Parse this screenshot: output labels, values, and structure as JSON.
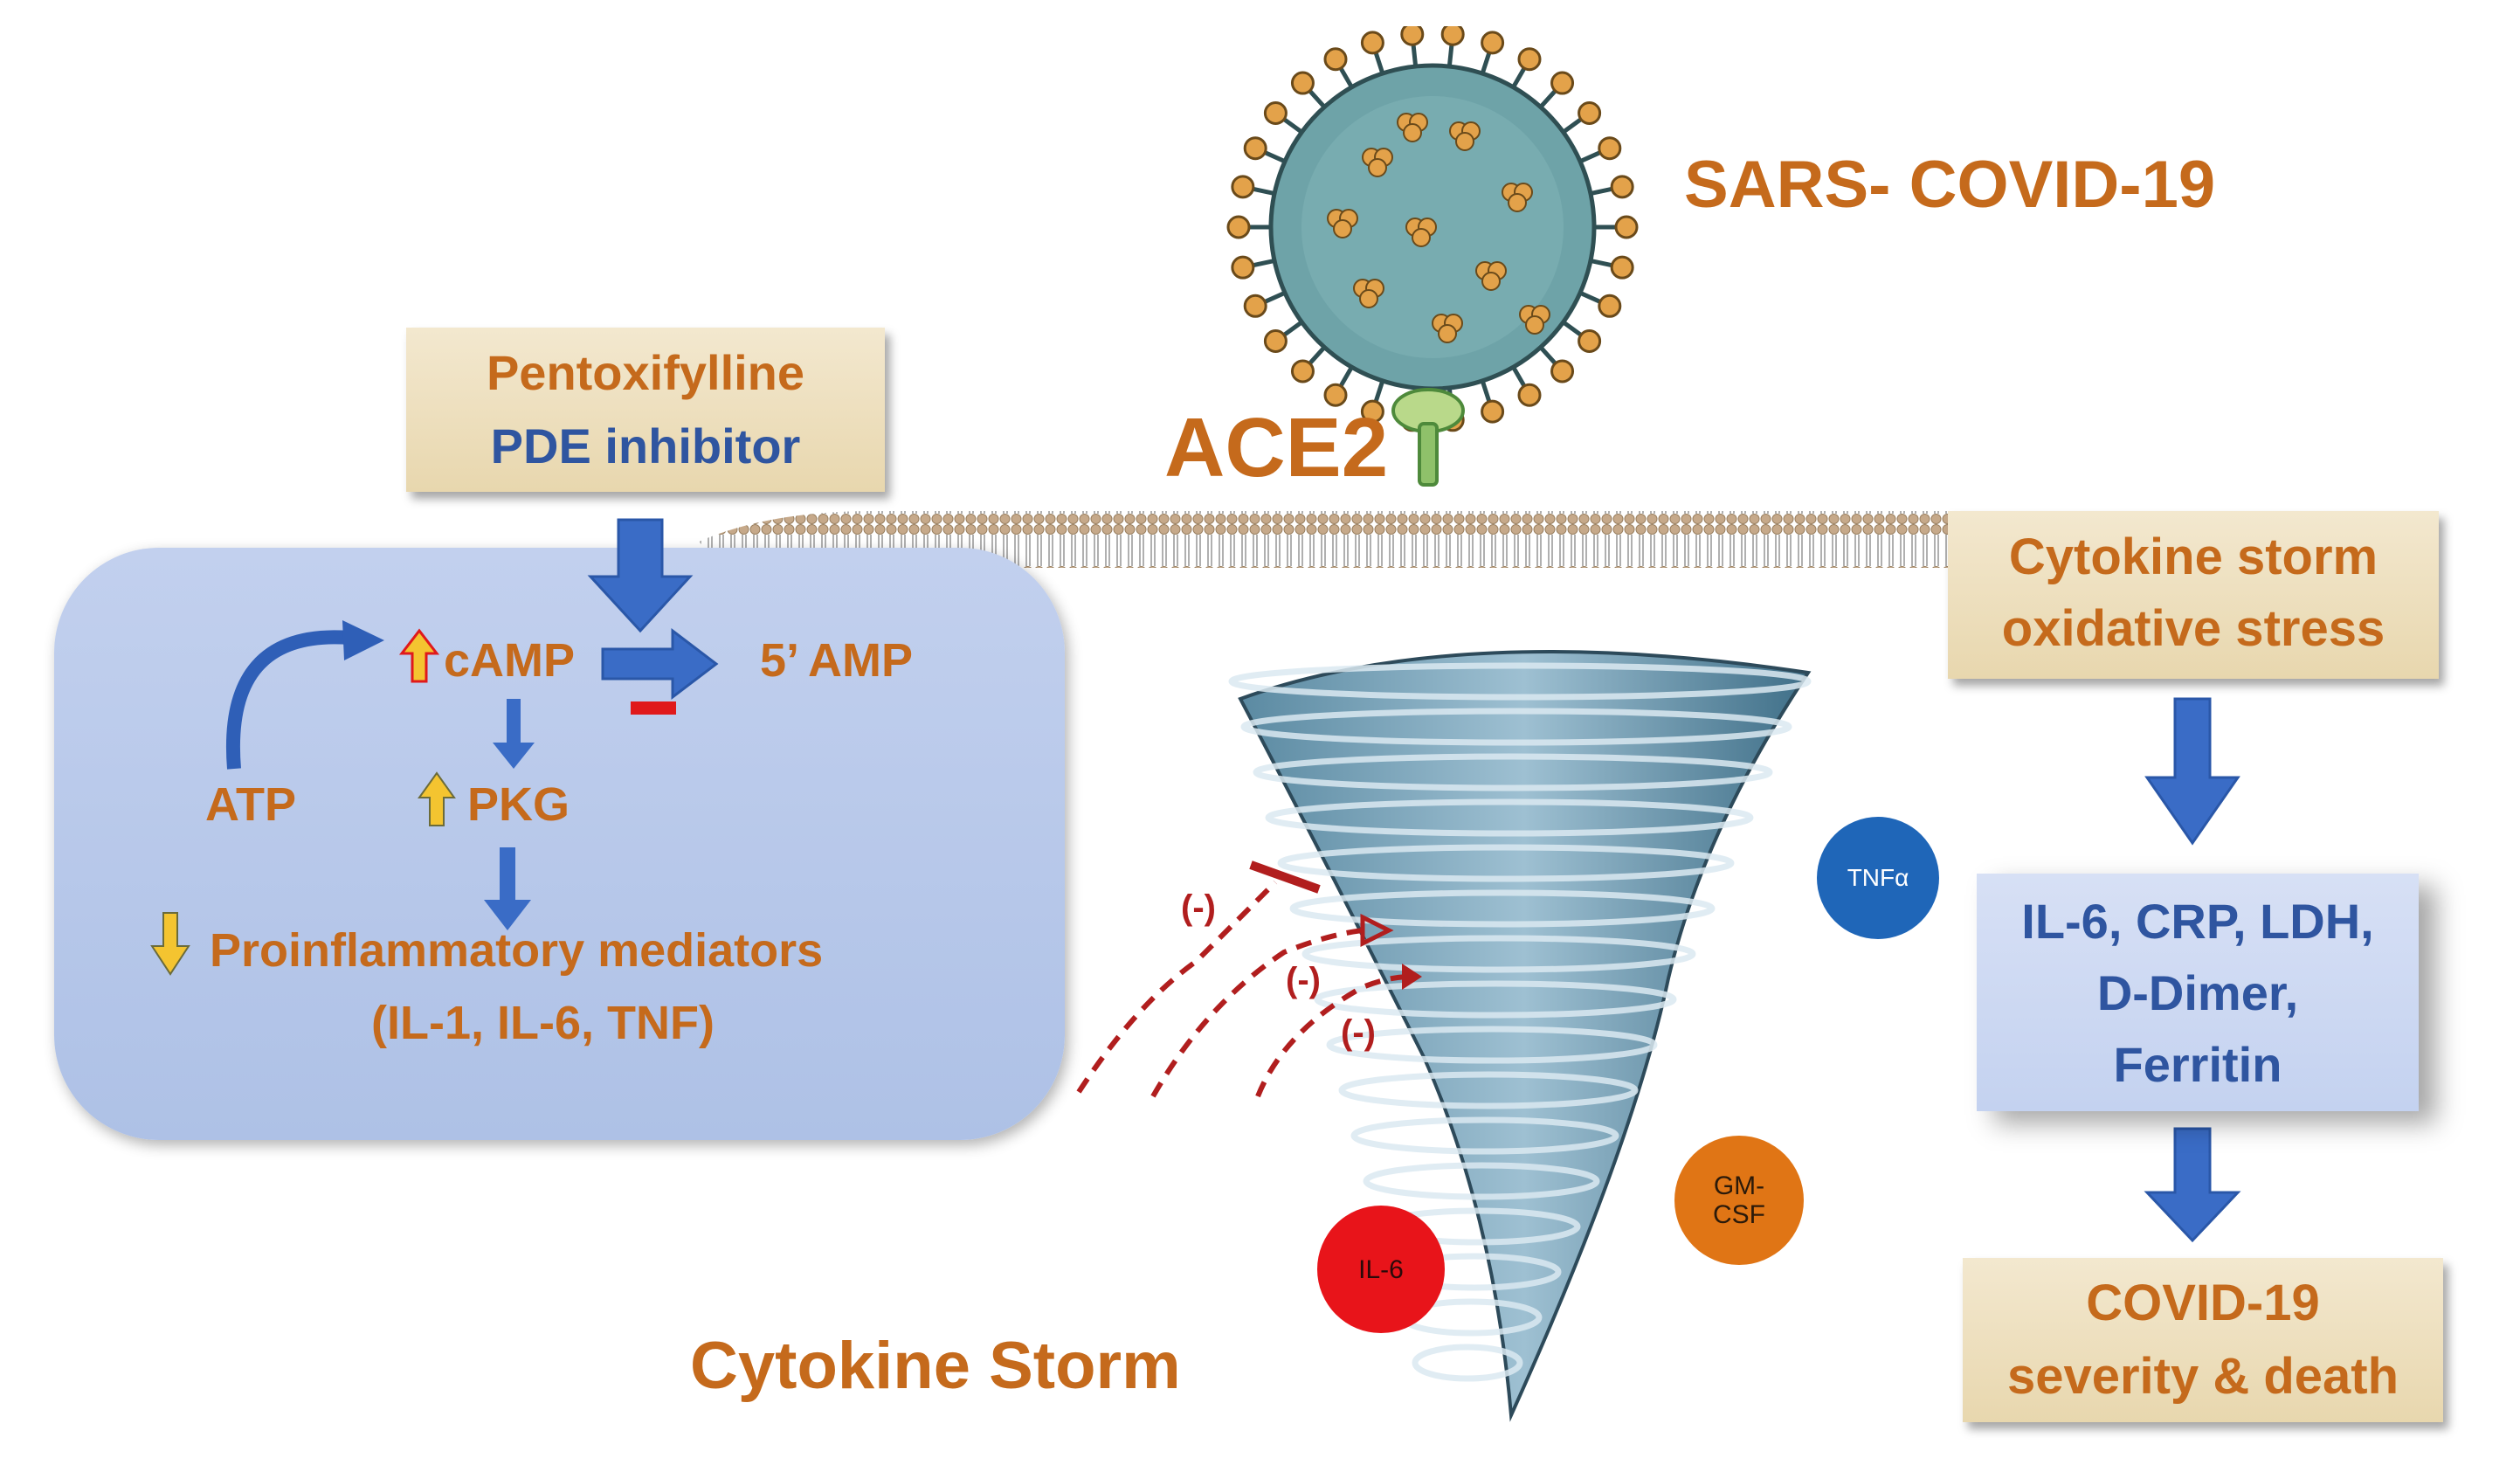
{
  "virus_label": "SARS- COVID-19",
  "receptor_label": "ACE2",
  "drug_box": {
    "line1": "Pentoxifylline",
    "line2": "PDE inhibitor"
  },
  "pathway": {
    "atp": "ATP",
    "camp": "cAMP",
    "amp": "5’ AMP",
    "pkg": "PKG",
    "mediators": "Proinflammatory mediators",
    "mediators_list": "(IL-1, IL-6, TNF)"
  },
  "storm_box": {
    "line1": "Cytokine storm",
    "line2": "oxidative stress"
  },
  "markers_box": {
    "line1": "IL-6, CRP, LDH,",
    "line2": "D-Dimer,",
    "line3": "Ferritin"
  },
  "outcome_box": {
    "line1": "COVID-19",
    "line2": "severity & death"
  },
  "cytokines": {
    "tnf": "TNFα",
    "gmcsf_1": "GM-",
    "gmcsf_2": "CSF",
    "il6": "IL-6"
  },
  "inhibition_label": "(-)",
  "storm_title": "Cytokine Storm",
  "colors": {
    "orange": "#c56a1c",
    "blue": "#2f55a0",
    "arrow": "#3a6cc6",
    "red": "#e0191b"
  }
}
